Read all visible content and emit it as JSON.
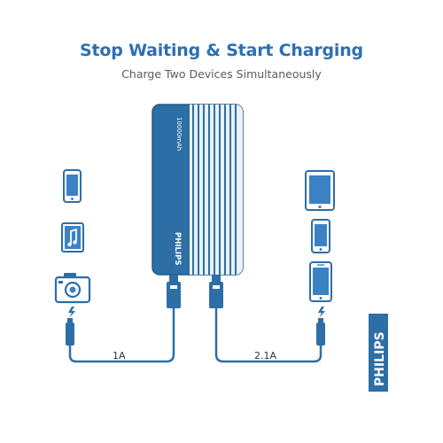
{
  "headline": "Stop Waiting & Start Charging",
  "subline": "Charge Two Devices Simultaneously",
  "power_bank": {
    "capacity_label": "10000mAh",
    "brand_label": "PHILIPS",
    "color": "#2d6ea6"
  },
  "left_port": {
    "output_label": "1A",
    "devices": [
      "phone-icon",
      "music-player-icon",
      "camera-icon"
    ]
  },
  "right_port": {
    "output_label": "2.1A",
    "devices": [
      "tablet-icon",
      "phone-icon",
      "smartphone-icon"
    ]
  },
  "brand_badge": {
    "label": "PHILIPS",
    "color": "#2d6ea6"
  },
  "colors": {
    "accent": "#2c6fb2",
    "device_fill": "#3a82c4",
    "outline": "#2d6ea6"
  }
}
